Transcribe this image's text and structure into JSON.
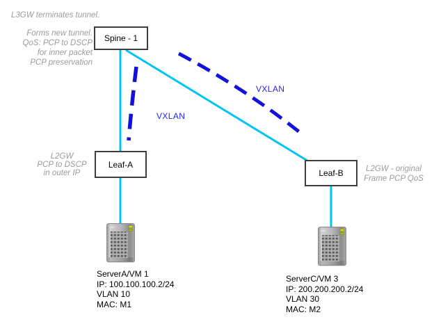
{
  "diagram": {
    "colors": {
      "link": "#00c4f2",
      "tunnel": "#1212d8",
      "vxlan_label": "#2424f0",
      "note": "#9b9b9b",
      "box_border": "#3d3d3d",
      "box_text": "#000000"
    },
    "nodes": {
      "spine": "Spine - 1",
      "leaf_a": "Leaf-A",
      "leaf_b": "Leaf-B"
    },
    "notes": {
      "spine_top": "L3GW terminates tunnel.",
      "spine_detail": "Forms new tunnel.\nQoS: PCP to DSCP\nfor inner packet\nPCP preservation",
      "leaf_a": "L2GW\nPCP to DSCP\nin outer IP",
      "leaf_b": "L2GW - original\nFrame PCP QoS"
    },
    "links": {
      "vxlan_label_left": "VXLAN",
      "vxlan_label_right": "VXLAN"
    },
    "icons": {
      "server_left": "server-tower-icon",
      "server_right": "server-tower-icon"
    },
    "servers": {
      "left": {
        "name": "ServerA/VM 1",
        "ip": "IP: 100.100.100.2/24",
        "vlan": "VLAN 10",
        "mac": "MAC: M1"
      },
      "right": {
        "name": "ServerC/VM 3",
        "ip": "IP: 200.200.200.2/24",
        "vlan": "VLAN 30",
        "mac": "MAC: M2"
      }
    }
  }
}
